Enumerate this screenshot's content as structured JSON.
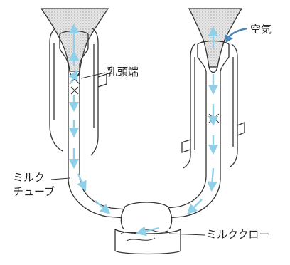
{
  "labels": {
    "air": "空気",
    "teat_end": "乳頭端",
    "milk_tube_line1": "ミルク",
    "milk_tube_line2": "チューブ",
    "milk_claw": "ミルククロー"
  },
  "colors": {
    "outline": "#333333",
    "arrow": "#8fd0e8",
    "teat_fill": "#d9d9d9",
    "background": "#ffffff"
  },
  "icons": {
    "air_flow": "curved-arrow-icon",
    "flow_direction": "arrow-icon"
  }
}
